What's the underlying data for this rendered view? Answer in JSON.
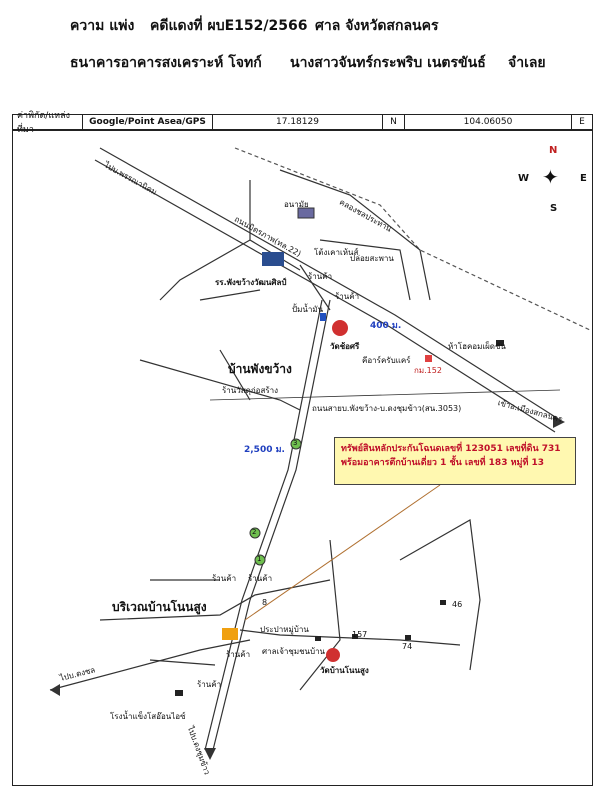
{
  "header": {
    "case_type": "ความ แพ่ง",
    "case_no": "คดีแดงที่ ผบE152/2566",
    "court": "ศาล จังหวัดสกลนคร",
    "plaintiff": "ธนาคารอาคารสงเคราะห์ โจทก์",
    "defendant": "นางสาวจันทร์กระพริบ เนตรขันธ์",
    "defendant_role": "จำเลย"
  },
  "coords": {
    "label": "ค่าพิกัด/แหล่งที่มา",
    "source": "Google/Point Asea/GPS",
    "lat": "17.18129",
    "lat_dir": "N",
    "lon": "104.06050",
    "lon_dir": "E"
  },
  "compass": {
    "n": "N",
    "s": "S",
    "e": "E",
    "w": "W"
  },
  "map": {
    "to_phanna": "ไปบ.พรรณานิคม",
    "highway": "ถนนมิตรภาพ(ทล.22)",
    "irrigation": "คลองชลประทาน",
    "health": "อนามัย",
    "school": "รร.พังขว้างวัฒนศิลป์",
    "shop1": "โต้งเคาเห้นส์",
    "mall": "ปล่อยสะพาน",
    "shop_a": "ร้านค้า",
    "shop_b": "ร้านค้า",
    "gas": "ปั้มน้ำมัน",
    "temple1": "วัดช้อศรี",
    "dist400": "400 ม.",
    "kilo": "คีอาร์ครับแคร์",
    "km": "กม.152",
    "fasion": "ห้าโฮคอมเผ็ดชัน",
    "to_city": "เข้าอ.เมืองสกลนคร",
    "village": "บ้านพังขว้าง",
    "shop2": "ร้านวัสดุก่อสร้าง",
    "road_name": "ถนนสายบ.พังขว้าง-บ.ดงชุมข้าว(สน.3053)",
    "dist2500": "2,500 ม.",
    "m3": "3",
    "m2": "2",
    "m1": "1",
    "shop3": "ร้านค้า",
    "shop4": "ร้านค้า",
    "area": "บริเวณบ้านโนนสูง",
    "n8": "8",
    "sign": "ประปาหมู่บ้าน",
    "n157": "157",
    "n46": "46",
    "n74": "74",
    "community": "ศาลเจ้าชุมชนบ้าน",
    "temple2": "วัดบ้านโนนสูง",
    "shop5": "ร้านค้า",
    "shop6": "ร้านค้า",
    "to_dongkhon": "ไปบ.ดงชล",
    "factory": "โรงน้ำแข็งโสอ๊อนไอซ์",
    "to_dongchum": "ไปบ.ดงชุมข้าว"
  },
  "callout": {
    "line1": "ทรัพย์สินหลักประกันโฉนดเลขที่ 123051 เลขที่ดิน 731",
    "line2": "พร้อมอาคารตึกบ้านเดี่ยว 1 ชั้น เลขที่ 183 หมู่ที่ 13"
  }
}
